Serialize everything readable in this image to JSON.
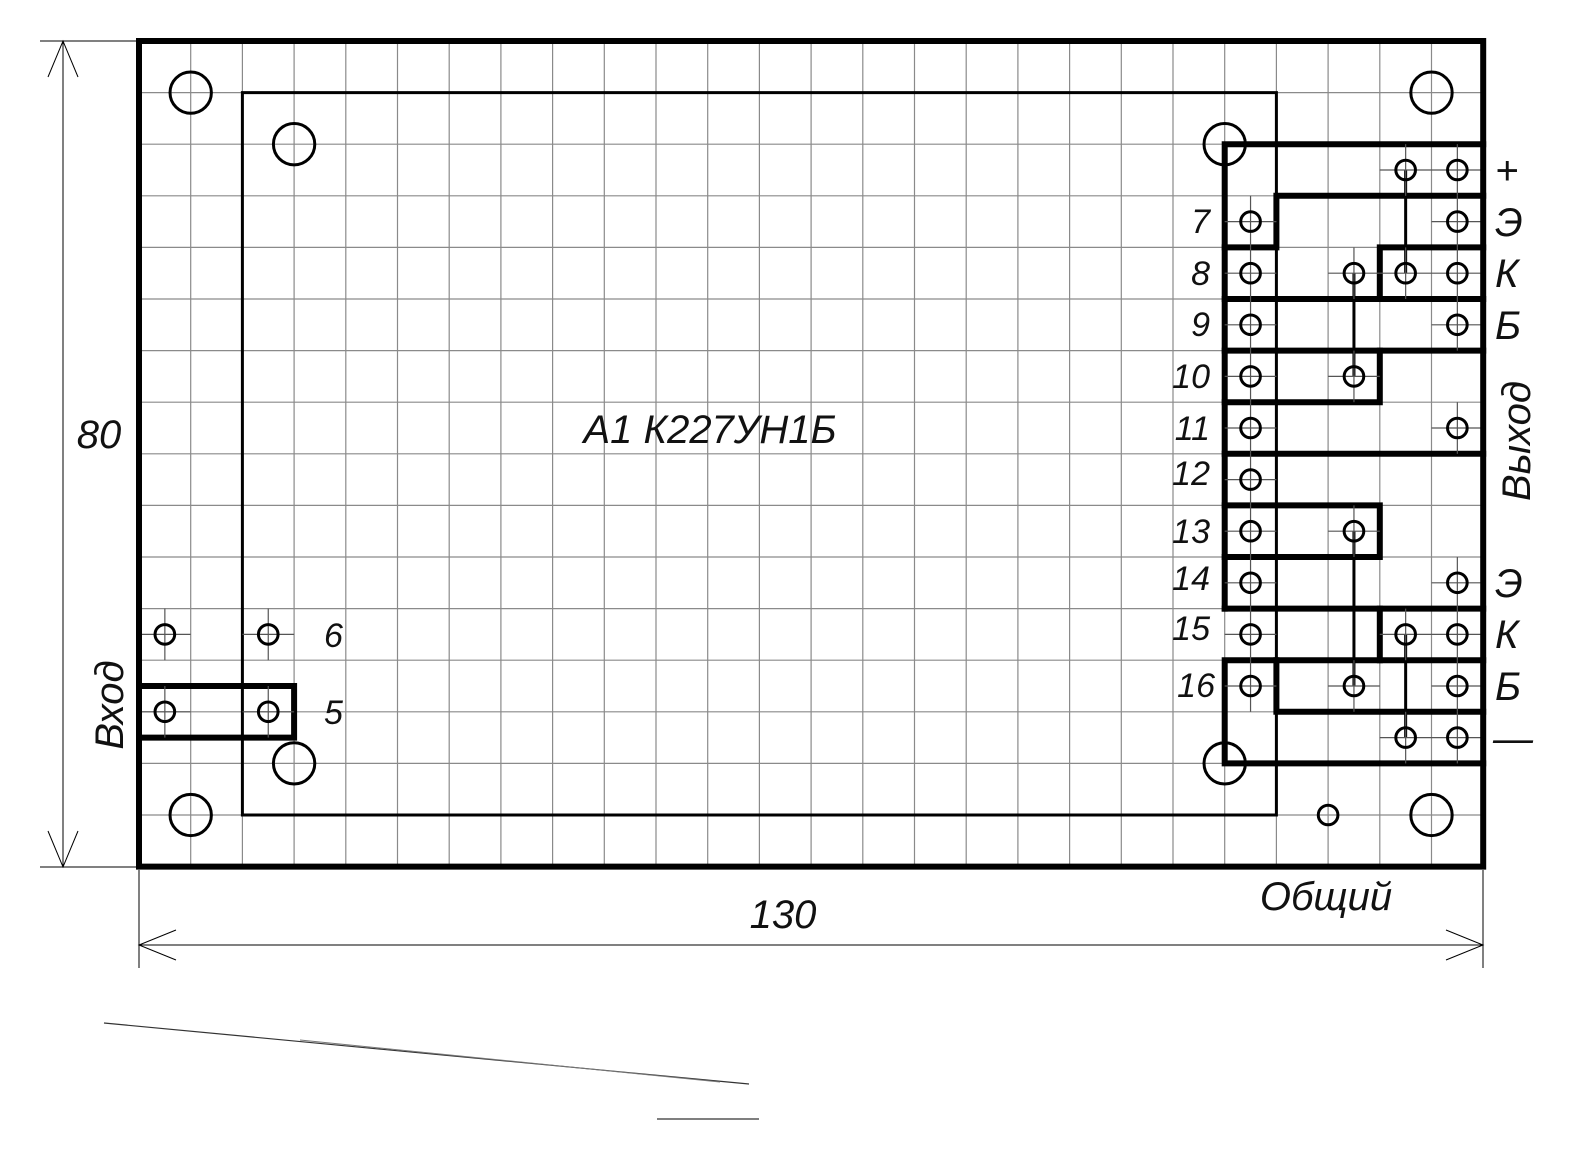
{
  "title": "А1 К227УН1Б",
  "dimensions": {
    "width": "130",
    "height": "80"
  },
  "input": {
    "label": "Вход",
    "pins": [
      "6",
      "5"
    ]
  },
  "output": {
    "label": "Выход",
    "pins": [
      "7",
      "8",
      "9",
      "10",
      "11",
      "12",
      "13",
      "14",
      "15",
      "16"
    ],
    "terminals": [
      "+",
      "Э",
      "К",
      "Б",
      "Э",
      "К",
      "Б",
      "—"
    ]
  },
  "common_label": "Общий"
}
